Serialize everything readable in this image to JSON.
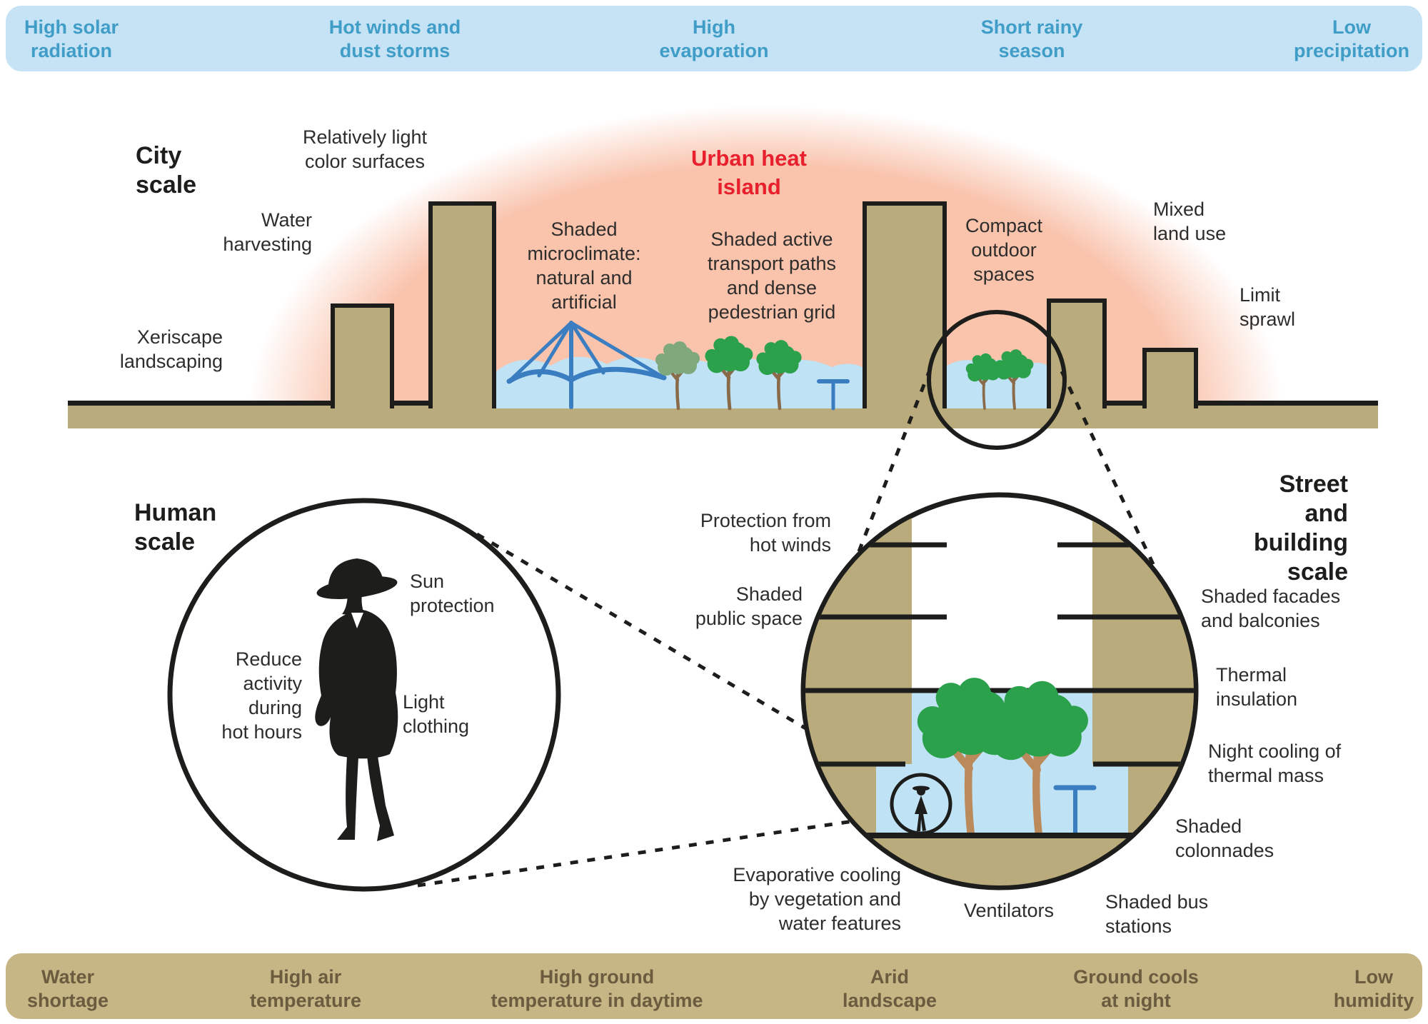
{
  "top_bar": {
    "items": [
      "High solar\nradiation",
      "Hot winds and\ndust storms",
      "High\nevaporation",
      "Short rainy\nseason",
      "Low\nprecipitation"
    ]
  },
  "bottom_bar": {
    "items": [
      "Water\nshortage",
      "High air\ntemperature",
      "High ground\ntemperature in daytime",
      "Arid\nlandscape",
      "Ground cools\nat night",
      "Low\nhumidity"
    ]
  },
  "city": {
    "title": "City\nscale",
    "heat_island": "Urban heat\nisland",
    "relatively_light": "Relatively light\ncolor surfaces",
    "water_harvesting": "Water\nharvesting",
    "xeriscape": "Xeriscape\nlandscaping",
    "shaded_microclimate": "Shaded\nmicroclimate:\nnatural and\nartificial",
    "shaded_transport": "Shaded active\ntransport paths\nand dense\npedestrian grid",
    "compact_outdoor": "Compact\noutdoor\nspaces",
    "mixed_land_use": "Mixed\nland use",
    "limit_sprawl": "Limit\nsprawl"
  },
  "human": {
    "title": "Human\nscale",
    "sun_protection": "Sun\nprotection",
    "reduce_activity": "Reduce\nactivity\nduring\nhot hours",
    "light_clothing": "Light\nclothing"
  },
  "street": {
    "title": "Street and\nbuilding\nscale",
    "protection_hot_winds": "Protection from\nhot winds",
    "shaded_public_space": "Shaded\npublic space",
    "shaded_facades": "Shaded facades\nand balconies",
    "thermal_insulation": "Thermal\ninsulation",
    "night_cooling": "Night cooling of\nthermal mass",
    "shaded_colonnades": "Shaded\ncolonnades",
    "shaded_bus": "Shaded bus\nstations",
    "ventilators": "Ventilators",
    "evaporative_cooling": "Evaporative cooling\nby vegetation and\nwater features"
  },
  "colors": {
    "top_bar_bg": "#c5e3f4",
    "top_bar_text": "#3f9dc7",
    "bottom_bar_bg": "#c6b686",
    "bottom_bar_text": "#6b5c3f",
    "sand": "#b9ab7b",
    "heat_dome": "#f9c3ac",
    "shade_blue": "#bfe2f5",
    "structure_blue": "#3b7dc1",
    "heat_text": "#e8202d",
    "tree_green": "#2ba14b",
    "tree_sage": "#7fa97c",
    "ink": "#1d1d1b"
  }
}
